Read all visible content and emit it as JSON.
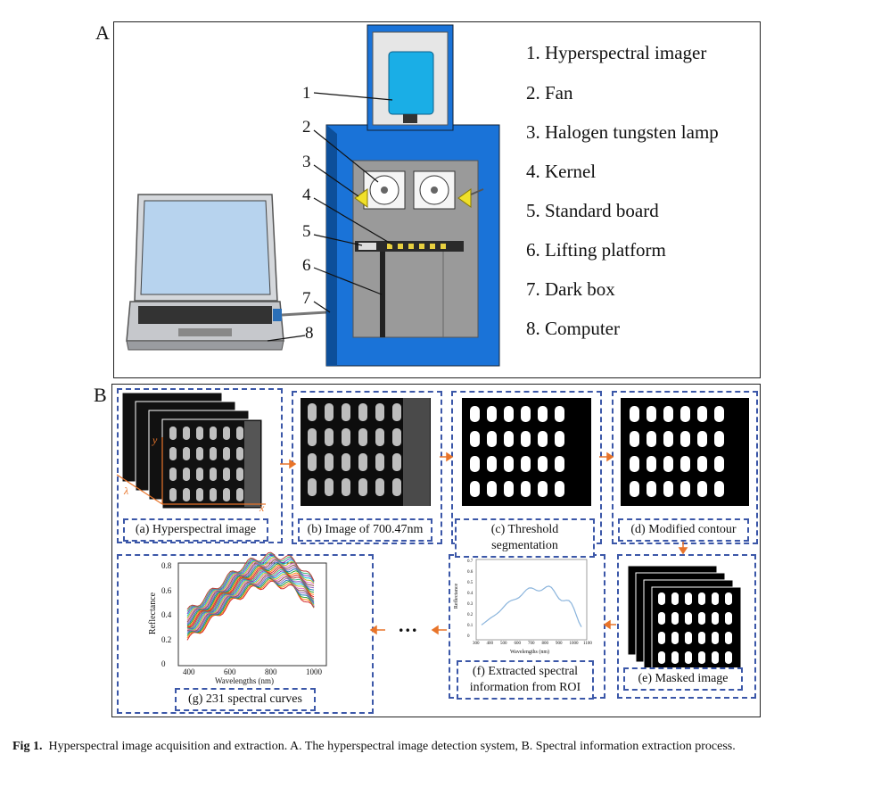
{
  "panel_a": {
    "label": "A",
    "legend": [
      "1. Hyperspectral imager",
      "2. Fan",
      "3. Halogen tungsten lamp",
      "4. Kernel",
      "5. Standard board",
      "6. Lifting platform",
      "7. Dark box",
      "8. Computer"
    ],
    "callouts": [
      "1",
      "2",
      "3",
      "4",
      "5",
      "6",
      "7",
      "8"
    ]
  },
  "panel_b": {
    "label": "B",
    "steps": {
      "a": "(a) Hyperspectral image",
      "b": "(b) Image of 700.47nm",
      "c": "(c) Threshold segmentation",
      "d": "(d) Modified contour",
      "e": "(e) Masked image",
      "f": "(f) Extracted spectral information from ROI",
      "g": "(g) 231 spectral curves"
    },
    "ellipsis": "...",
    "cube_axes": {
      "x": "x",
      "y": "y",
      "lambda": "λ"
    },
    "plot_f": {
      "ylabel": "Reflectance",
      "xlabel": "Wavelengths (nm)",
      "yticks": [
        "0",
        "0.1",
        "0.2",
        "0.3",
        "0.4",
        "0.5",
        "0.6",
        "0.7"
      ],
      "xticks": [
        "300",
        "400",
        "500",
        "600",
        "700",
        "800",
        "900",
        "1000",
        "1100"
      ]
    },
    "plot_g": {
      "ylabel": "Reflectance",
      "xlabel": "Wavelengths (nm)",
      "yticks": [
        "0",
        "0.2",
        "0.4",
        "0.6",
        "0.8"
      ],
      "xticks": [
        "400",
        "600",
        "800",
        "1000"
      ]
    }
  },
  "caption": {
    "prefix": "Fig 1.",
    "text": "Hyperspectral image acquisition and extraction. A. The hyperspectral image detection system, B. Spectral information extraction process."
  },
  "colors": {
    "box_blue": "#1a73d8",
    "imager_cyan": "#1aaee6",
    "lamp_yellow": "#f0e02a",
    "dash_blue": "#3b57a8",
    "arrow_orange": "#e8742a",
    "spectrum_line": "#8ab4dc"
  }
}
